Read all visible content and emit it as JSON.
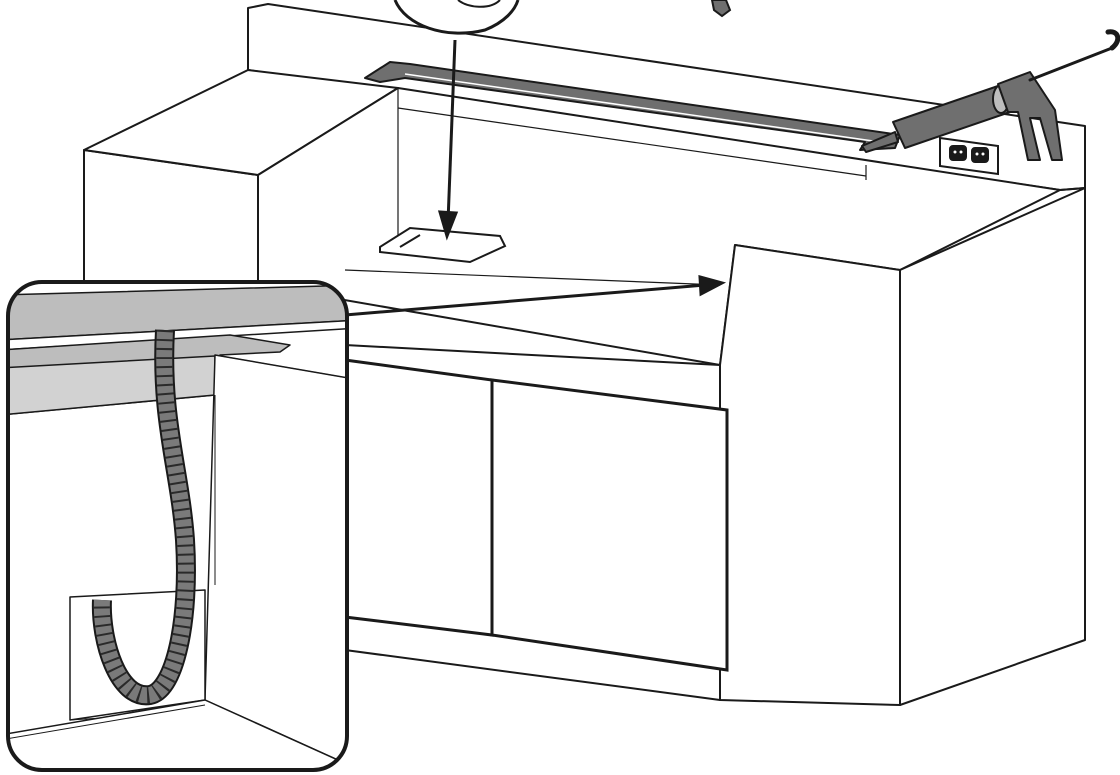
{
  "illustration": {
    "subject": "cabinet-countertop-installation",
    "parts": [
      "cabinet-base",
      "wall-backsplash",
      "sink-cutout",
      "dishwasher-opening",
      "cabinet-doors",
      "sealant-strip",
      "caulk-gun",
      "electrical-outlet",
      "dishwasher-drain-hose",
      "detail-inset",
      "callout-arrow"
    ]
  },
  "colors": {
    "line": "#1a1a1a",
    "fill": "#ffffff",
    "accent_gray": "#bdbdbd",
    "dark_gray": "#6f6f6f",
    "hose": "#7a7a7a"
  }
}
